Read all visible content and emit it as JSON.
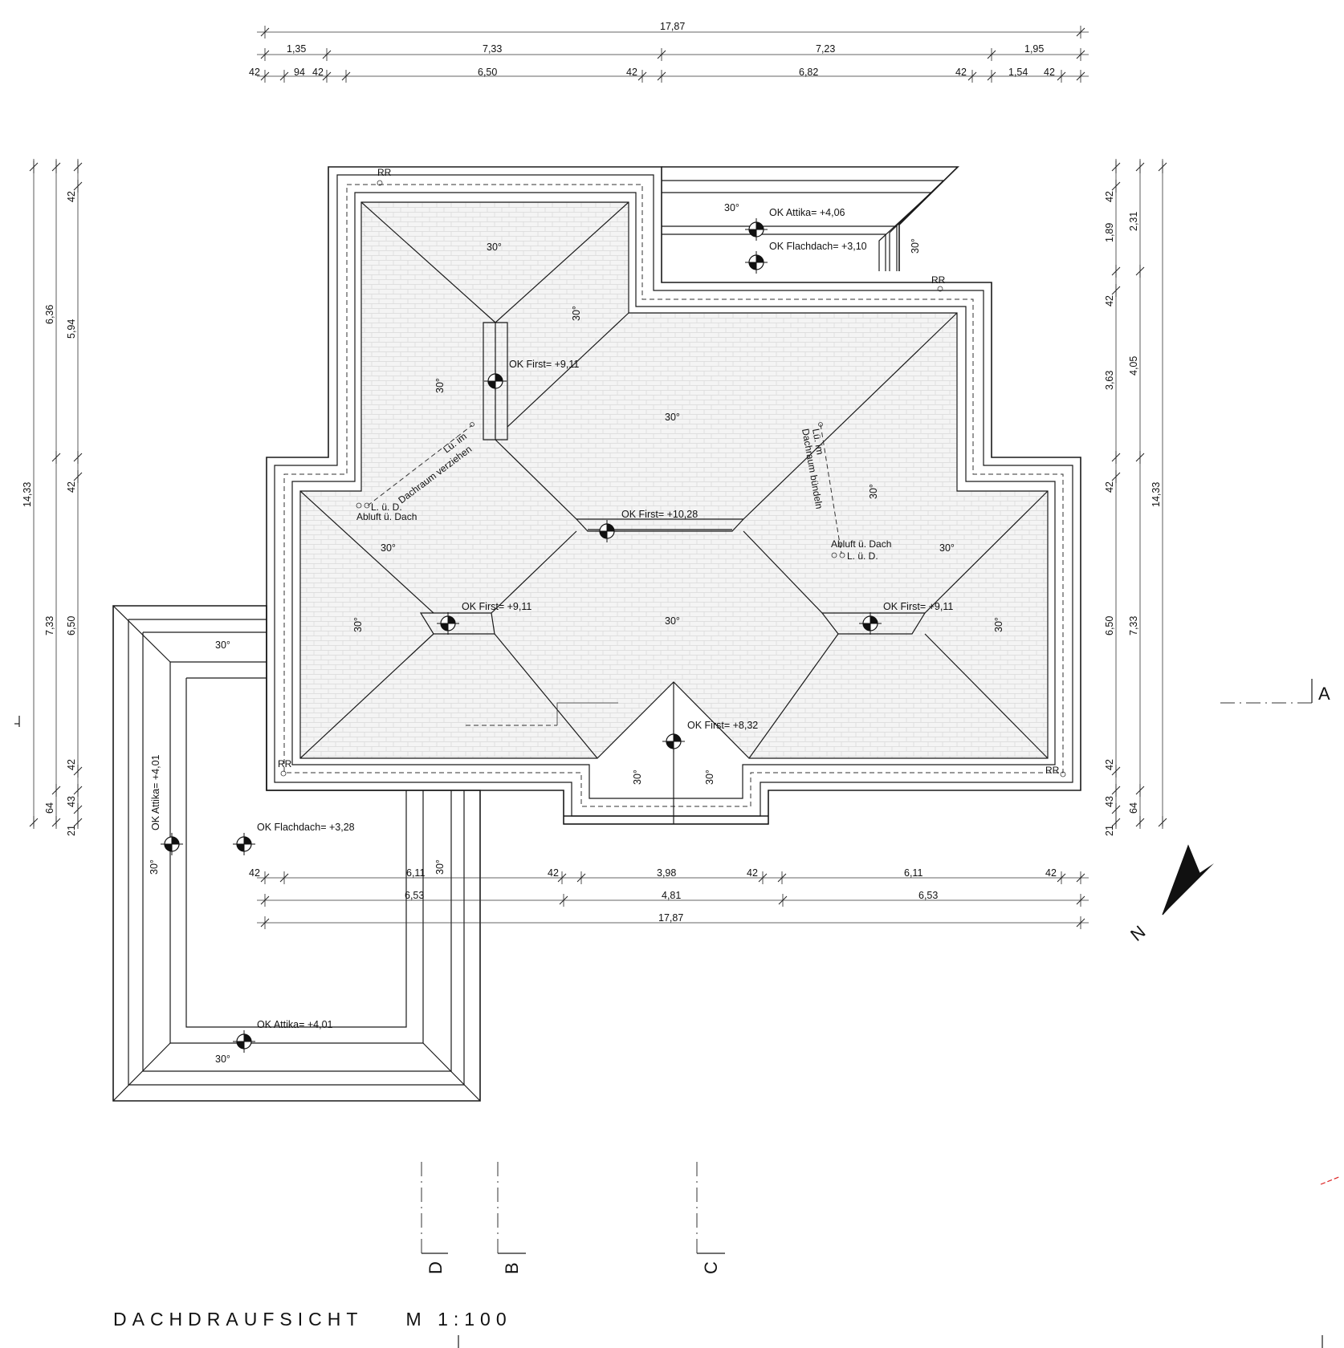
{
  "title": "DACHDRAUFSICHT    M 1:100",
  "north_label": "N",
  "sections": [
    "A",
    "B",
    "C",
    "D"
  ],
  "pitch": "30°",
  "levels": {
    "first_main": "OK First= +10,28",
    "first_nw": "OK First= +9,11",
    "first_w": "OK First= +9,11",
    "first_e": "OK First= +9,11",
    "first_s": "OK First= +8,32",
    "attika_ne": "OK Attika= +4,06",
    "flachdach_ne": "OK Flachdach= +3,10",
    "attika_w": "OK Attika= +4,01",
    "flachdach_w": "OK Flachdach= +3,28",
    "attika_sw": "OK Attika= +4,01"
  },
  "notes": {
    "rr": "RR",
    "lue_im": "Lü. im",
    "dachraum_verziehen": "Dachraum verziehen",
    "dachraum_buendeln": "Dachraum bündeln",
    "lue_d": "L. ü. D.",
    "abluft": "Abluft ü. Dach"
  },
  "dims_top": {
    "row1": [
      "17,87"
    ],
    "row2": [
      "1,35",
      "7,33",
      "7,23",
      "1,95"
    ],
    "row3": [
      "42",
      "94",
      "42",
      "6,50",
      "42",
      "6,82",
      "42",
      "1,54",
      "42"
    ]
  },
  "dims_bottom": {
    "row1": [
      "42",
      "6,11",
      "42",
      "3,98",
      "42",
      "6,11",
      "42"
    ],
    "row2": [
      "6,53",
      "4,81",
      "6,53"
    ],
    "row3": [
      "17,87"
    ]
  },
  "dims_left": {
    "outer": [
      "14,33"
    ],
    "middle": [
      "6,36",
      "7,33",
      "64"
    ],
    "inner": [
      "42",
      "5,94",
      "42",
      "6,50",
      "42",
      "43",
      "21"
    ]
  },
  "dims_right": {
    "outer": [
      "14,33"
    ],
    "middle": [
      "2,31",
      "4,05",
      "7,33",
      "64"
    ],
    "inner": [
      "42",
      "1,89",
      "42",
      "3,63",
      "42",
      "6,50",
      "42",
      "43",
      "21"
    ]
  }
}
